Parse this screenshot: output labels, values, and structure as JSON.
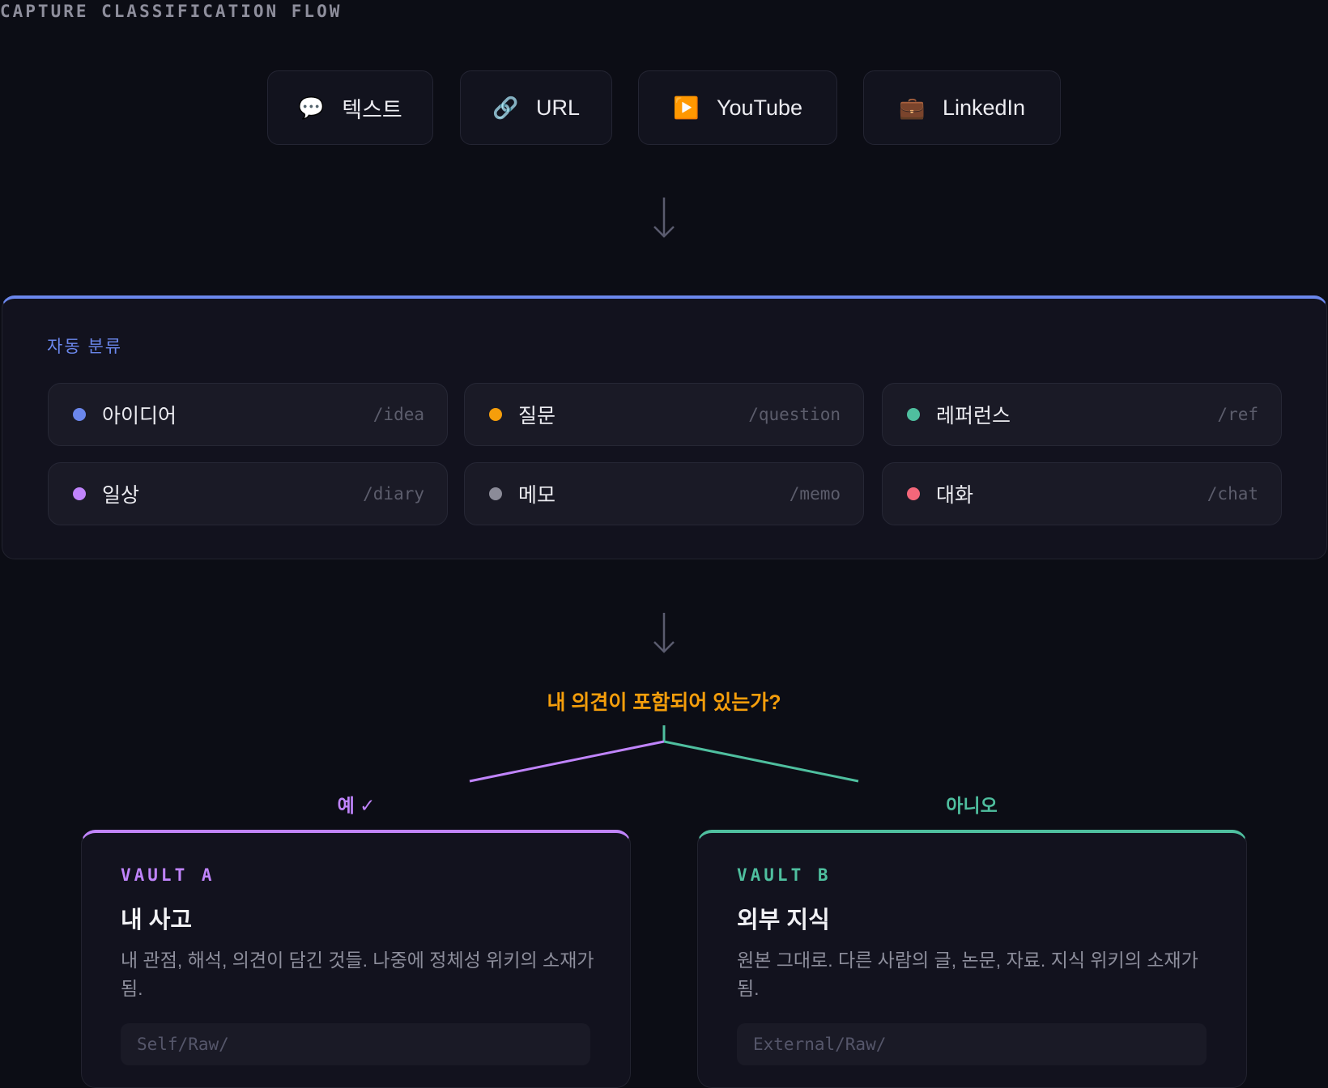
{
  "title": "CAPTURE CLASSIFICATION FLOW",
  "sources": [
    {
      "icon": "💬",
      "icon_name": "speech-bubble-icon",
      "label": "텍스트"
    },
    {
      "icon": "🔗",
      "icon_name": "link-icon",
      "label": "URL"
    },
    {
      "icon": "▶️",
      "icon_name": "play-button-icon",
      "label": "YouTube"
    },
    {
      "icon": "💼",
      "icon_name": "briefcase-icon",
      "label": "LinkedIn"
    }
  ],
  "classifier": {
    "label": "자동 분류",
    "accent": "#6b87ec",
    "categories": [
      {
        "name": "아이디어",
        "path": "/idea",
        "color": "#6b87ec"
      },
      {
        "name": "질문",
        "path": "/question",
        "color": "#f59e0b"
      },
      {
        "name": "레퍼런스",
        "path": "/ref",
        "color": "#4fbf9f"
      },
      {
        "name": "일상",
        "path": "/diary",
        "color": "#c084fc"
      },
      {
        "name": "메모",
        "path": "/memo",
        "color": "#8b8b98"
      },
      {
        "name": "대화",
        "path": "/chat",
        "color": "#f4677a"
      }
    ]
  },
  "decision": {
    "question": "내 의견이 포함되어 있는가?",
    "question_color": "#f59e0b",
    "yes_label": "예 ✓",
    "no_label": "아니오"
  },
  "vaults": [
    {
      "tag": "VAULT A",
      "title": "내 사고",
      "description": "내 관점, 해석, 의견이 담긴 것들. 나중에 정체성 위키의 소재가 됨.",
      "path": "Self/Raw/",
      "color": "#c084fc"
    },
    {
      "tag": "VAULT B",
      "title": "외부 지식",
      "description": "원본 그대로. 다른 사람의 글, 논문, 자료. 지식 위키의 소재가 됨.",
      "path": "External/Raw/",
      "color": "#4fbf9f"
    }
  ]
}
